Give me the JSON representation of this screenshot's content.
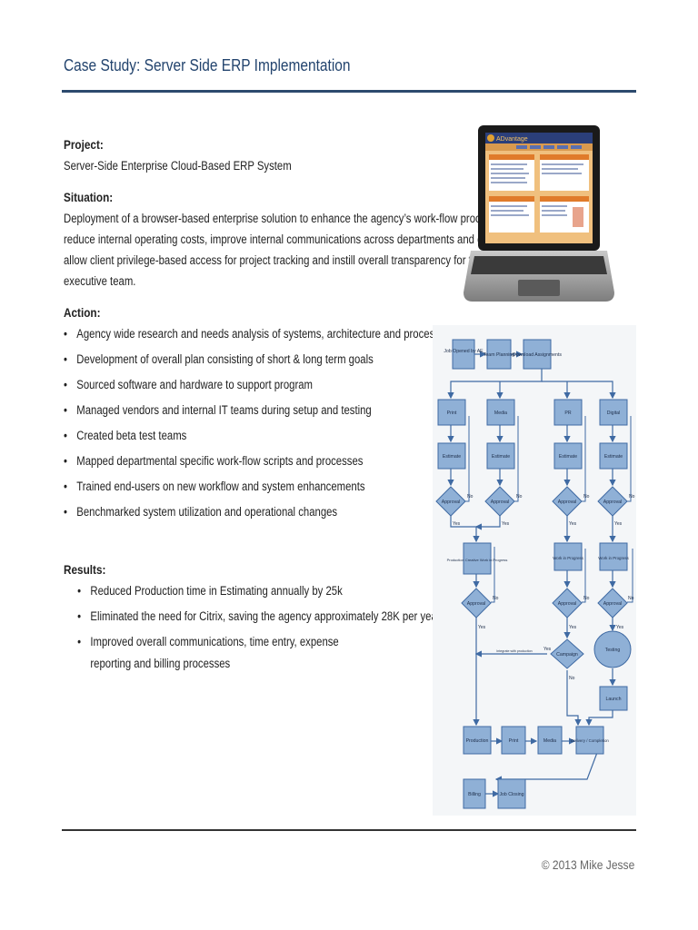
{
  "title": "Case Study: Server Side ERP Implementation",
  "project": {
    "heading": "Project:",
    "text": "Server-Side Enterprise Cloud-Based ERP System"
  },
  "situation": {
    "heading": "Situation:",
    "lines": [
      "Deployment of a browser-based enterprise solution to enhance the agency’s work-flow processes,",
      "reduce internal operating costs, improve internal communications across departments and offices,",
      "allow client privilege-based access for project tracking and instill overall transparency for the agency",
      "executive team."
    ]
  },
  "action": {
    "heading": "Action:",
    "items": [
      "Agency wide research and needs analysis of systems, architecture and processes",
      "Development of overall plan consisting of short & long term goals",
      "Sourced software and hardware to support program",
      "Managed vendors and internal IT teams during setup and testing",
      "Created beta test teams",
      "Mapped departmental specific work-flow scripts and processes",
      "Trained end-users on new workflow and system enhancements",
      "Benchmarked system utilization and operational changes"
    ]
  },
  "results": {
    "heading": "Results:",
    "items": [
      "Reduced Production time in Estimating annually by 25k",
      "Eliminated the need for Citrix, saving the agency approximately 28K per year",
      "Improved overall communications, time entry, expense reporting and billing processes"
    ]
  },
  "footer": "© 2013 Mike Jesse",
  "laptop_screen": {
    "logo": "ADvantage"
  },
  "flowchart": {
    "top": [
      "Job Opened by AE",
      "Team Planning",
      "Download Assignments"
    ],
    "departments": [
      "Print",
      "Media",
      "PR",
      "Digital"
    ],
    "estimate": "Estimate",
    "approval": "Approval",
    "yes": "Yes",
    "no": "No",
    "production_creative": "Production Creative Work in Progress",
    "work_in_progress": "Work in Progress",
    "campaign": "Campaign",
    "testing": "Testing",
    "launch": "Launch",
    "integrate_note": "Integrate with production",
    "bottom": [
      "Production",
      "Print",
      "Media",
      "Delivery / Completion"
    ],
    "billing": "Billing",
    "job_closing": "Job Closing"
  },
  "colors": {
    "title": "#23446e",
    "rule": "#2c4a6e",
    "flow_box": "#8fb0d6",
    "flow_line": "#3f6aa3"
  }
}
